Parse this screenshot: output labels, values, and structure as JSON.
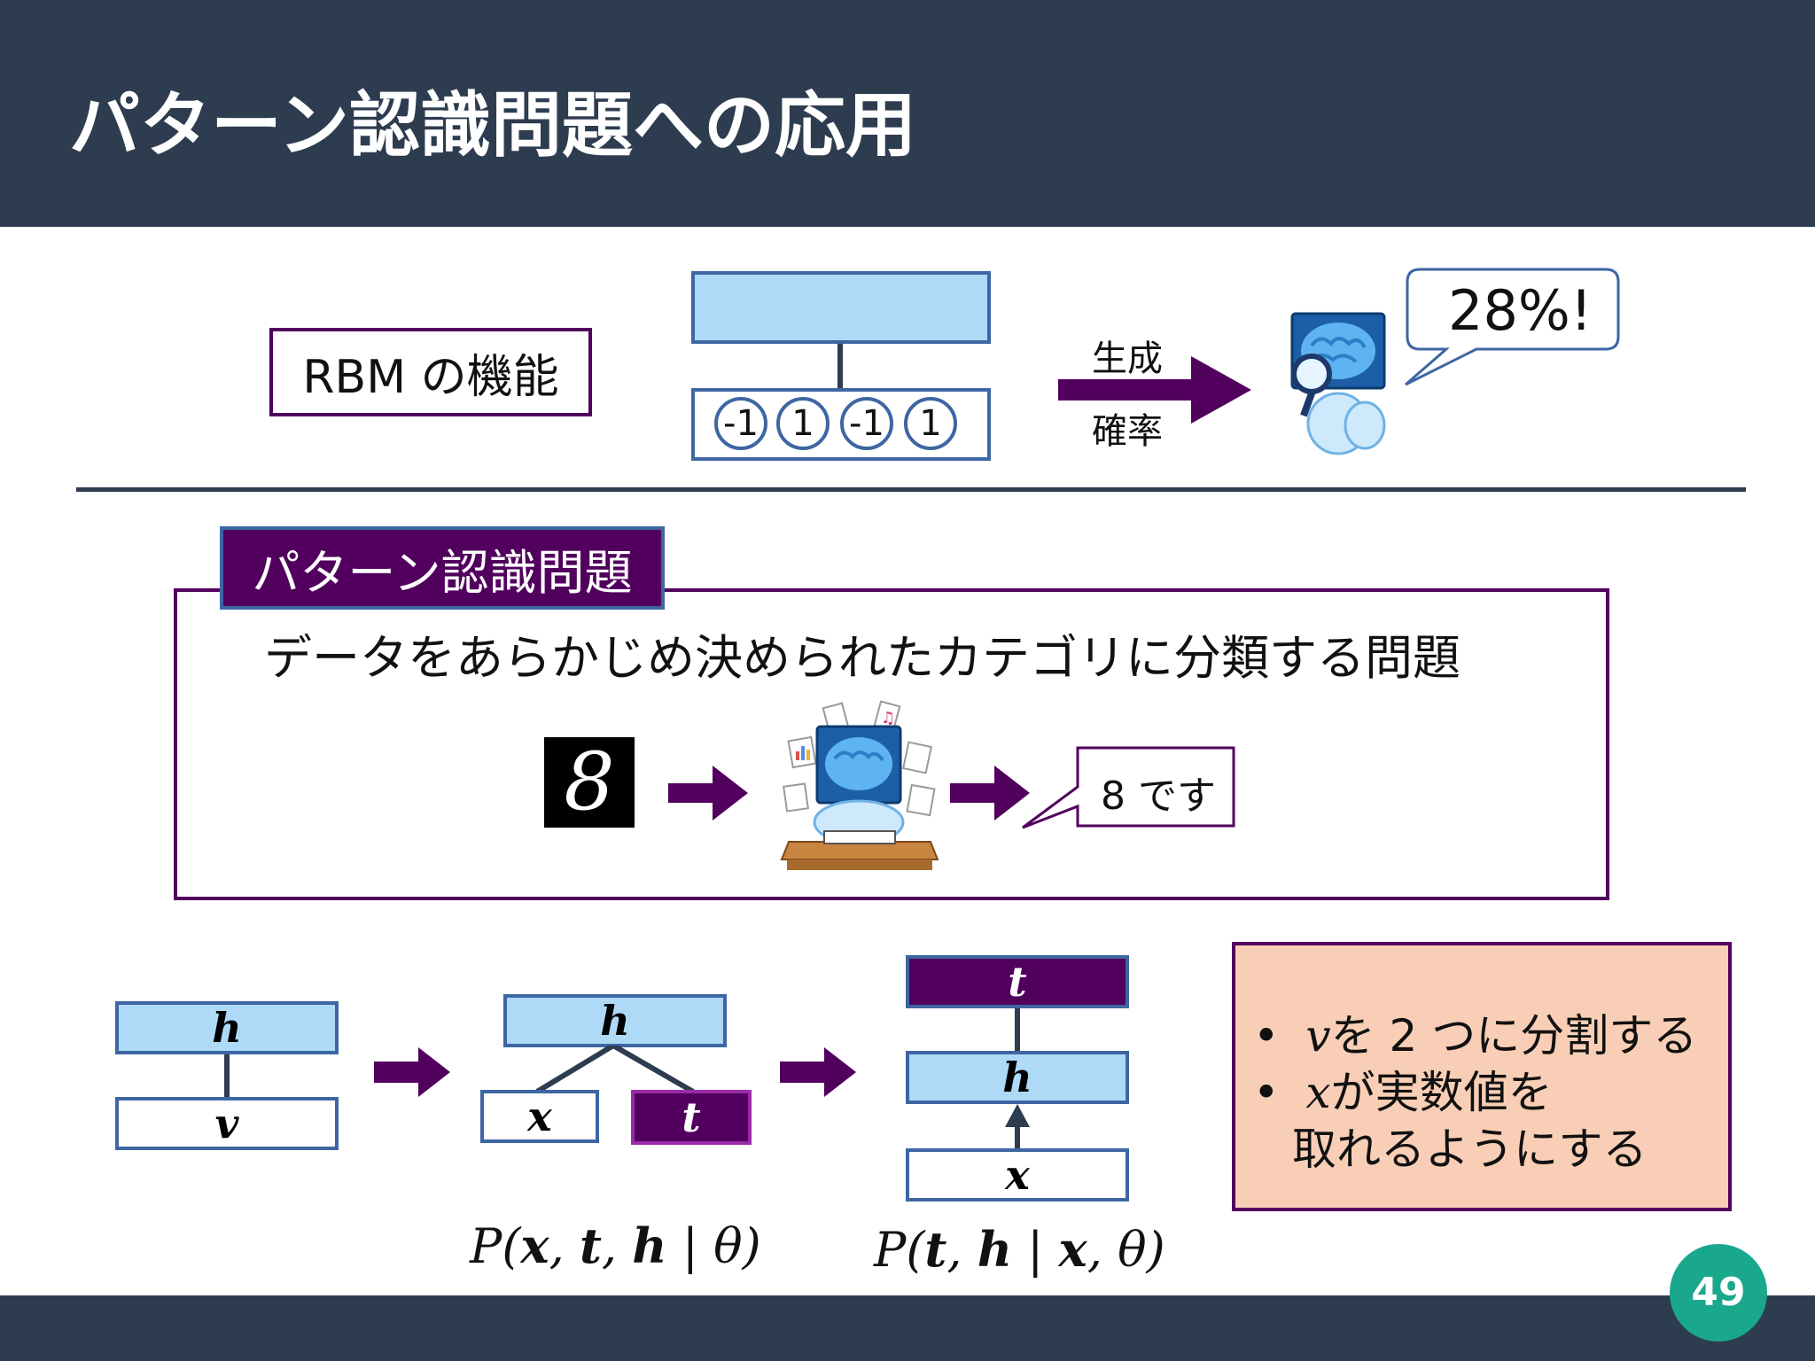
{
  "slide": {
    "title": "パターン認識問題への応用",
    "page_number": "49"
  },
  "rbm_section": {
    "label": "RBM の機能",
    "visible_units": [
      "-1",
      "1",
      "-1",
      "1"
    ],
    "arrow_label_top": "生成",
    "arrow_label_bottom": "確率",
    "speech": "28%!"
  },
  "pattern_section": {
    "tab_title": "パターン認識問題",
    "description": "データをあらかじめ決められたカテゴリに分類する問題",
    "answer": "8 です",
    "digit_glyph": "8"
  },
  "diagrams": {
    "d1": {
      "top": "h",
      "bottom": "v"
    },
    "d2": {
      "top": "h",
      "left": "x",
      "right": "t"
    },
    "d3": {
      "top": "t",
      "middle": "h",
      "bottom": "x"
    },
    "formula_joint": {
      "p": "P",
      "args": [
        "x",
        "t",
        "h"
      ],
      "given": "θ"
    },
    "formula_cond": {
      "p": "P",
      "args": [
        "t",
        "h"
      ],
      "given_vars": [
        "x"
      ],
      "given": "θ"
    }
  },
  "info_box": {
    "bullet": "•",
    "line1_var": "v",
    "line1_text": "を 2 つに分割する",
    "line2_var": "x",
    "line2_text": "が実数値を",
    "line3_text": "取れるようにする"
  },
  "colors": {
    "header": "#2e3c50",
    "purple": "#52005e",
    "light_blue": "#aedaf8",
    "box_border": "#3d66a3",
    "teal": "#1aa88c",
    "info_bg": "#f8cfb6"
  },
  "icons": [
    "brain-robot-magnifier-icon",
    "brain-robot-student-icon",
    "mnist-digit-image"
  ]
}
